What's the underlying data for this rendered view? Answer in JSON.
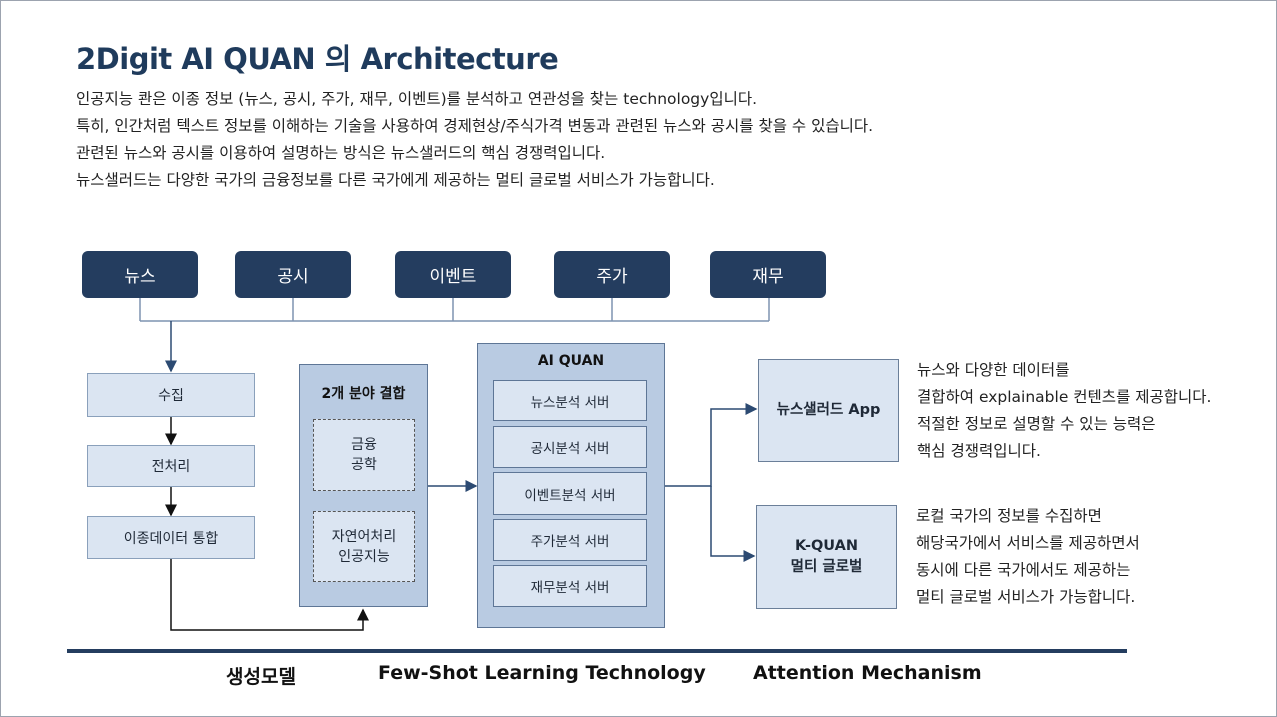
{
  "title": "2Digit AI QUAN 의 Architecture",
  "intro": [
    "인공지능 콴은 이종 정보 (뉴스, 공시, 주가, 재무, 이벤트)를 분석하고 연관성을 찾는 technology입니다.",
    "특히, 인간처럼 텍스트 정보를 이해하는 기술을 사용하여 경제현상/주식가격 변동과 관련된 뉴스와 공시를 찾을 수 있습니다.",
    "관련된 뉴스와 공시를 이용하여 설명하는 방식은 뉴스샐러드의 핵심 경쟁력입니다.",
    "뉴스샐러드는 다양한 국가의 금융정보를 다른 국가에게 제공하는 멀티 글로벌 서비스가 가능합니다."
  ],
  "sources": [
    "뉴스",
    "공시",
    "이벤트",
    "주가",
    "재무"
  ],
  "pipeline": [
    "수집",
    "전처리",
    "이종데이터 통합"
  ],
  "fusion": {
    "title": "2개 분야 결합",
    "items": [
      [
        "금융",
        "공학"
      ],
      [
        "자연어처리",
        "인공지능"
      ]
    ]
  },
  "aiquan": {
    "title": "AI QUAN",
    "servers": [
      "뉴스분석 서버",
      "공시분석 서버",
      "이벤트분석 서버",
      "주가분석 서버",
      "재무분석 서버"
    ]
  },
  "outputs": [
    {
      "label_lines": [
        "뉴스샐러드 App"
      ],
      "desc": [
        "뉴스와 다양한 데이터를",
        "결합하여 explainable 컨텐츠를 제공합니다.",
        "적절한 정보로 설명할 수 있는 능력은",
        "핵심 경쟁력입니다."
      ]
    },
    {
      "label_lines": [
        "K-QUAN",
        "멀티 글로벌"
      ],
      "desc": [
        "로컬 국가의 정보를 수집하면",
        "해당국가에서 서비스를 제공하면서",
        "동시에 다른 국가에서도 제공하는",
        "멀티 글로벌 서비스가 가능합니다."
      ]
    }
  ],
  "technologies": [
    "생성모델",
    "Few-Shot Learning Technology",
    "Attention Mechanism"
  ],
  "colors": {
    "title": "#1f3b5c",
    "source_fill": "#243d5f",
    "box_fill": "#dbe5f2",
    "panel_fill": "#b9cbe2",
    "line": "#2c4a72"
  }
}
